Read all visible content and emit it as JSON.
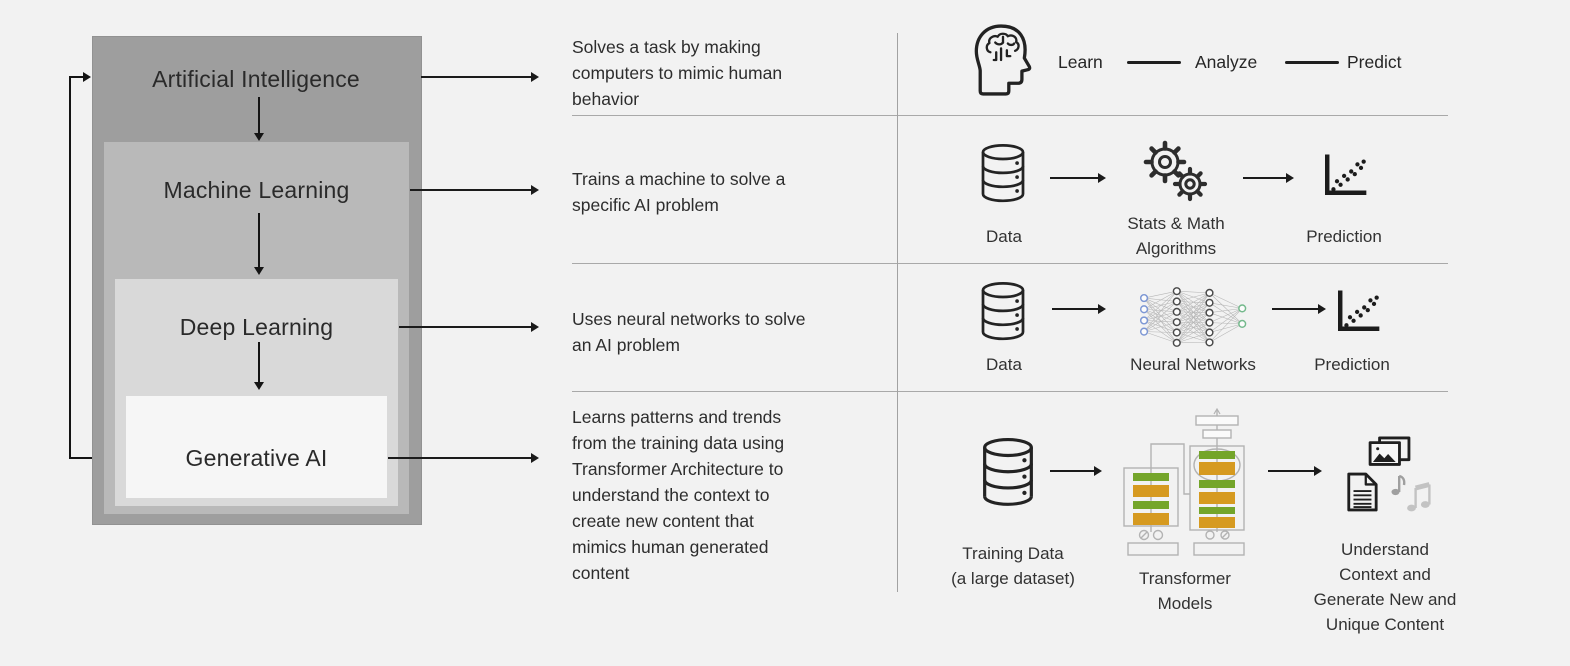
{
  "hierarchy": {
    "levels": [
      "Artificial Intelligence",
      "Machine Learning",
      "Deep Learning",
      "Generative AI"
    ]
  },
  "rows": [
    {
      "description": "Solves a task by making\ncomputers to mimic human\nbehavior",
      "icon": "head-brain-icon",
      "steps": [
        "Learn",
        "Analyze",
        "Predict"
      ]
    },
    {
      "description": "Trains a machine to solve a\nspecific AI problem",
      "items": [
        {
          "icon": "database-icon",
          "label": "Data"
        },
        {
          "icon": "gears-icon",
          "label": "Stats & Math\nAlgorithms"
        },
        {
          "icon": "scatter-plot-icon",
          "label": "Prediction"
        }
      ]
    },
    {
      "description": "Uses neural networks to solve\nan AI problem",
      "items": [
        {
          "icon": "database-icon",
          "label": "Data"
        },
        {
          "icon": "neural-network-icon",
          "label": "Neural Networks"
        },
        {
          "icon": "scatter-plot-icon",
          "label": "Prediction"
        }
      ]
    },
    {
      "description": "Learns patterns and trends\nfrom the training data using\nTransformer Architecture to\nunderstand the context to\ncreate new content that\nmimics human generated\ncontent",
      "items": [
        {
          "icon": "database-icon",
          "label": "Training Data\n(a large dataset)"
        },
        {
          "icon": "transformer-models-icon",
          "label": "Transformer\nModels"
        },
        {
          "icon": "generated-content-icon",
          "label": "Understand\nContext and\nGenerate New and\nUnique Content"
        }
      ]
    }
  ],
  "colors": {
    "background": "#f2f2f2",
    "box_artificial_intelligence": "#9e9e9e",
    "box_machine_learning": "#b9b9b9",
    "box_deep_learning": "#d9d9d9",
    "box_generative_ai": "#f6f6f6",
    "transformer_orange": "#d69a20",
    "transformer_green": "#74a52a",
    "nn_input_blue": "#7d97d4",
    "nn_output_green": "#74b98c",
    "line_dark": "#1b1b1b",
    "separator_gray": "#a9a9a9"
  }
}
